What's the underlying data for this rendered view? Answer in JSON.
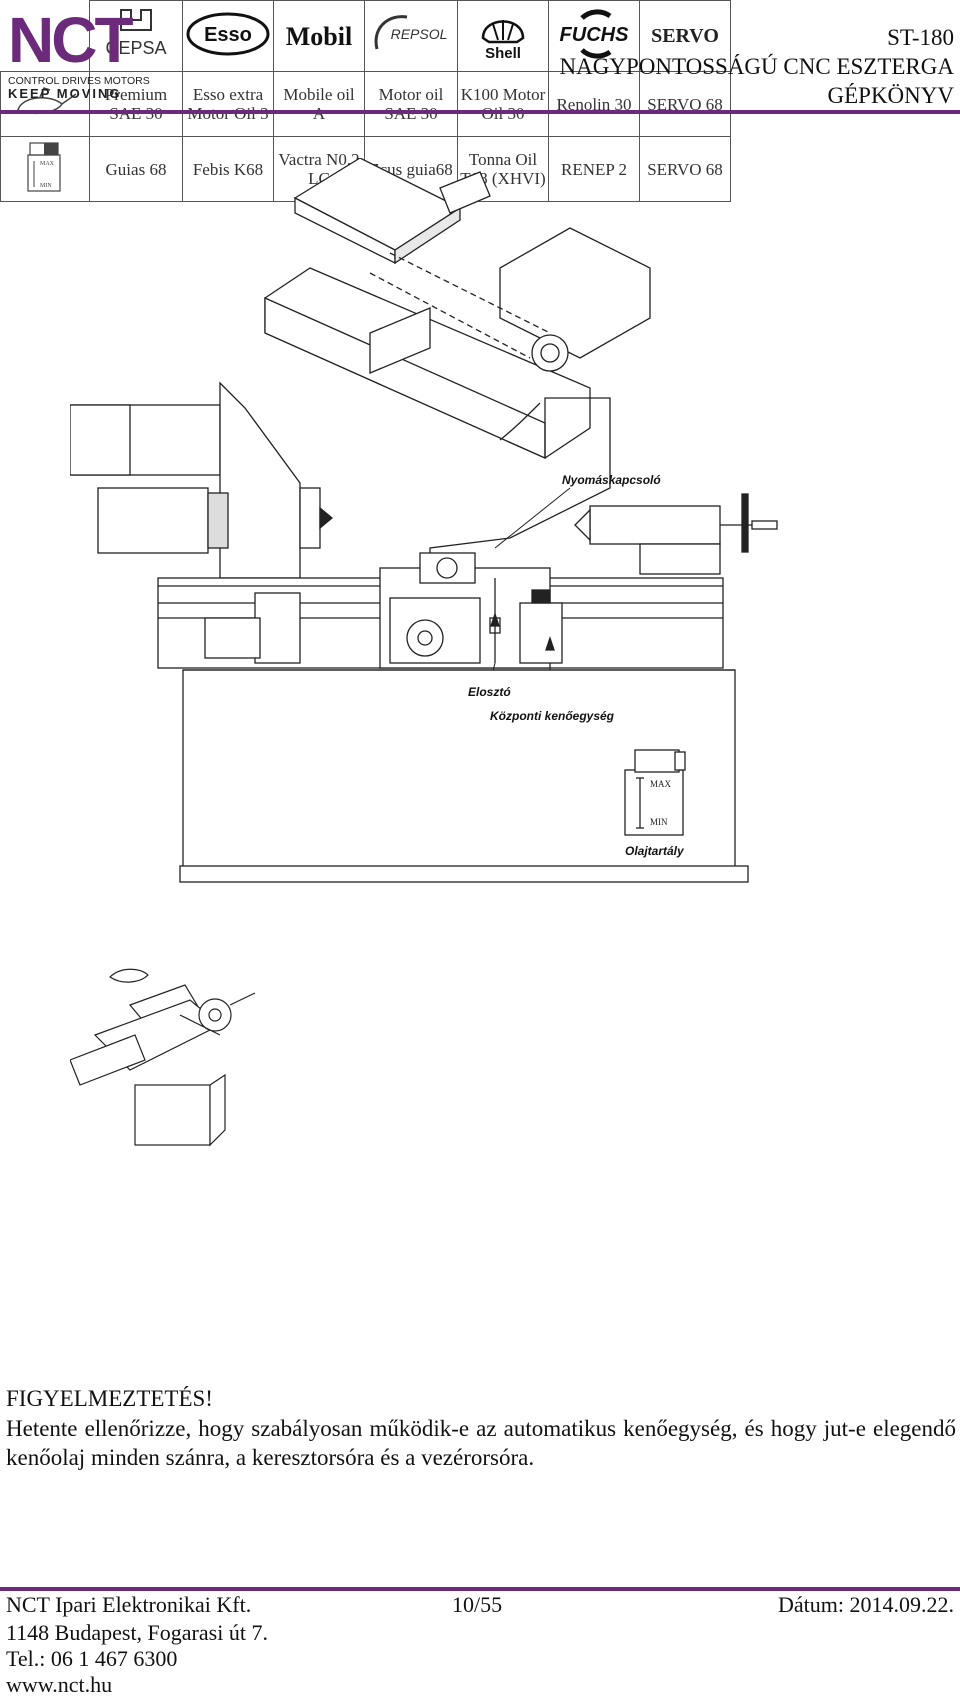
{
  "header": {
    "logo_text": "NCT",
    "logo_sub1": "CONTROL DRIVES MOTORS",
    "logo_sub2": "KEEP MOVING",
    "doc_code": "ST-180",
    "doc_title": "NAGYPONTOSSÁGÚ CNC ESZTERGA",
    "doc_type": "GÉPKÖNYV"
  },
  "drawing": {
    "labels": {
      "pressure_switch": "Nyomáskapcsoló",
      "distributor": "Elosztó",
      "central_lube": "Központi kenőegység",
      "oil_tank": "Olajtartály",
      "max": "MAX",
      "min": "MIN"
    }
  },
  "oil_table": {
    "brands": [
      "CEPSA",
      "Esso",
      "Mobil",
      "REPSOL",
      "Shell",
      "FUCHS",
      "SERVO"
    ],
    "rows": [
      {
        "icon": "oil-can-icon",
        "values": [
          "Premium SAE 30",
          "Esso extra Motor Oil 3",
          "Mobile oil A",
          "Motor oil SAE 30",
          "K100 Motor Oil 30",
          "Renolin 30",
          "SERVO 68"
        ]
      },
      {
        "icon": "lube-unit-icon",
        "values": [
          "Guias 68",
          "Febis K68",
          "Vactra N0.2 LC",
          "Zcus guia68",
          "Tonna Oil T68 (XHVI)",
          "RENEP 2",
          "SERVO 68"
        ]
      }
    ],
    "icon_max": "MAX",
    "icon_min": "MIN"
  },
  "warning": {
    "title": "FIGYELMEZTETÉS!",
    "body": "Hetente ellenőrizze, hogy szabályosan működik-e az automatikus kenőegység, és hogy jut-e elegendő kenőolaj minden szánra, a keresztorsóra és a vezérorsóra."
  },
  "footer": {
    "company": "NCT Ipari Elektronikai Kft.",
    "page": "10/55",
    "date": "Dátum: 2014.09.22.",
    "address": "1148 Budapest, Fogarasi út 7.",
    "phone": "Tel.: 06 1 467 6300",
    "web": "www.nct.hu"
  },
  "colors": {
    "brand_purple": "#6b2a7a",
    "line": "#222222"
  }
}
